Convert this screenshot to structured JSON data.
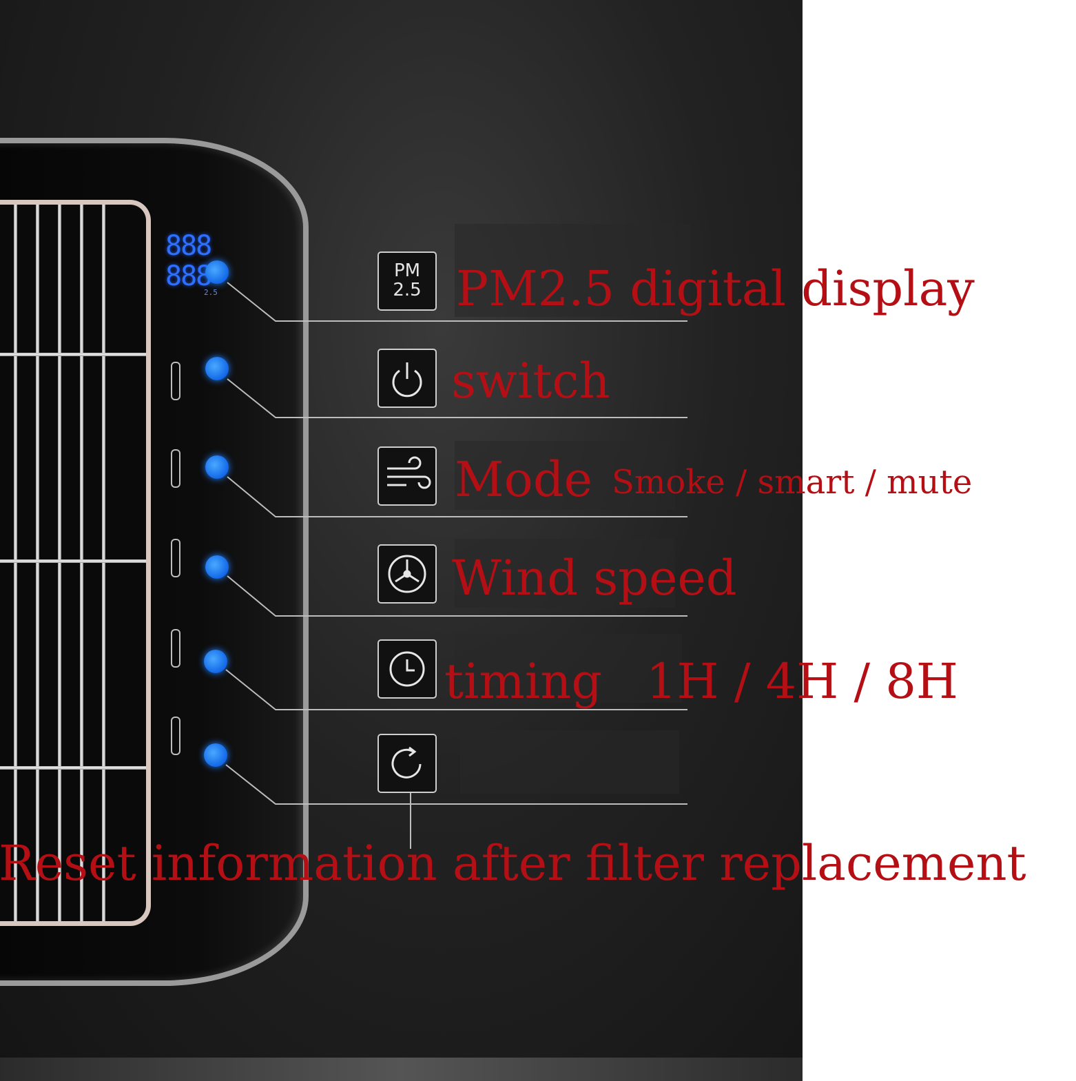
{
  "display": {
    "digits": "888\n888",
    "unit": "2.5"
  },
  "features": [
    {
      "icon": "pm25-icon",
      "icon_text_top": "PM",
      "icon_text_bottom": "2.5",
      "label": "PM2.5 digital display",
      "detail": ""
    },
    {
      "icon": "power-icon",
      "label": "switch",
      "detail": ""
    },
    {
      "icon": "wind-icon",
      "label": "Mode",
      "detail": "Smoke / smart / mute"
    },
    {
      "icon": "fan-icon",
      "label": "Wind speed",
      "detail": ""
    },
    {
      "icon": "clock-icon",
      "label": "timing",
      "detail": "1H / 4H / 8H"
    },
    {
      "icon": "reset-icon",
      "label": "",
      "detail": ""
    }
  ],
  "footer_label": "Reset information after filter replacement",
  "colors": {
    "label": "#b30f14",
    "indicator": "#1e7cff",
    "background": "#1c1c1c",
    "panel": "#ffffff"
  }
}
